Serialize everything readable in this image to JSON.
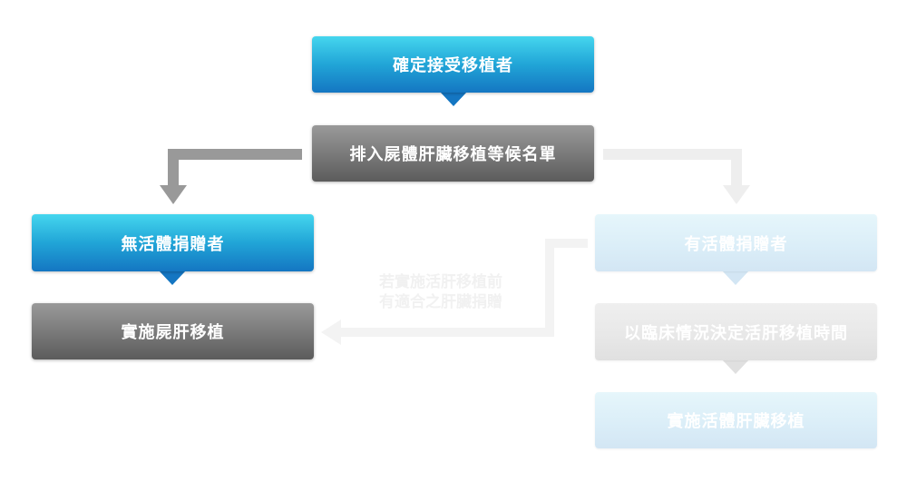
{
  "nodes": {
    "confirm_recipient": "確定接受移植者",
    "waitlist": "排入屍體肝臟移植等候名單",
    "no_living_donor": "無活體捐贈者",
    "cadaver_transplant": "實施屍肝移植",
    "has_living_donor": "有活體捐贈者",
    "decide_timing": "以臨床情況決定活肝移植時間",
    "living_transplant": "實施活體肝臟移植"
  },
  "note": {
    "line1": "若實施活肝移植前",
    "line2": "有適合之肝臟捐贈"
  },
  "colors": {
    "active_blue": "#21a5d7",
    "active_gray": "#7b7b7b",
    "inactive_blue": "#dbeef8",
    "inactive_gray": "#e8e8e8"
  }
}
